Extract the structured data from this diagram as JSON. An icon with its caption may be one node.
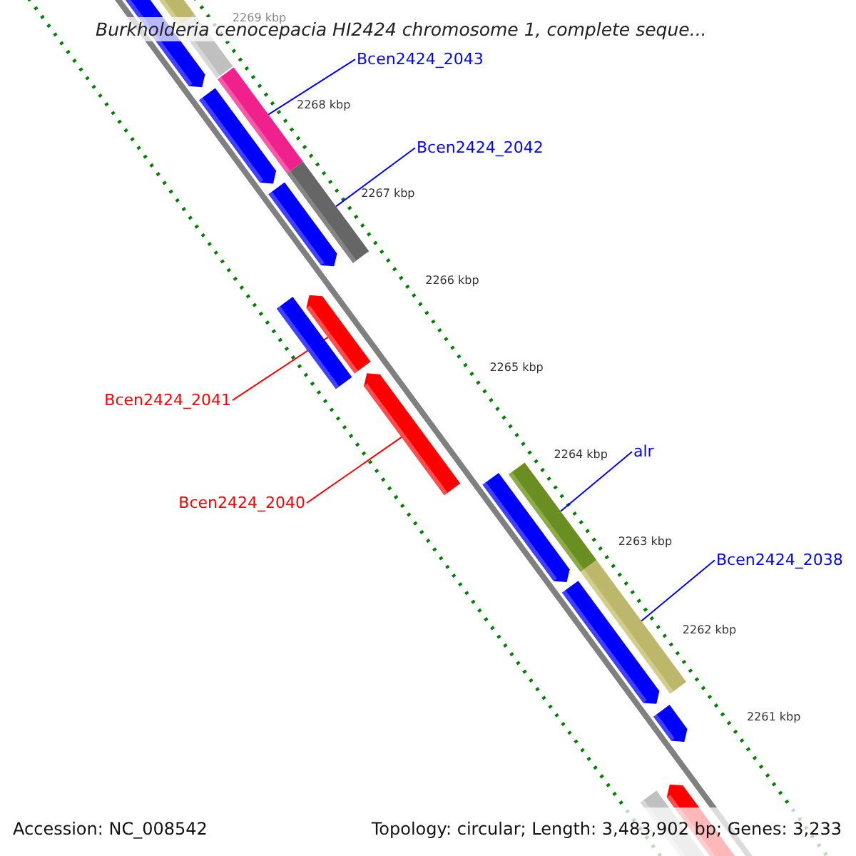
{
  "diagram": {
    "title": "Burkholderia cenocepacia HI2424 chromosome 1, complete seque...",
    "nodes": [
      {
        "text": [
          "Bcen2424_2043"
        ]
      },
      {
        "text": [],
        "shape": "bar"
      },
      {
        "text": [
          "Bcen2424_2042"
        ]
      },
      {
        "text": [],
        "shape": "bar"
      },
      {
        "text": [
          "Bcen2424_2041"
        ]
      },
      {
        "text": [],
        "shape": "bar"
      },
      {
        "text": [
          "Bcen2424_2040"
        ]
      },
      {
        "text": [],
        "shape": "bar"
      },
      {
        "text": [
          "alr"
        ]
      },
      {
        "text": [],
        "shape": "bar"
      },
      {
        "text": [
          "Bcen2424_2038"
        ]
      },
      {
        "text": [],
        "shape": "bar"
      }
    ],
    "edges": [
      {
        "from": 0,
        "to": 1,
        "arrow": "none"
      },
      {
        "from": 2,
        "to": 3,
        "arrow": "none"
      },
      {
        "from": 4,
        "to": 5,
        "arrow": "none",
        "color": "#ff0000"
      },
      {
        "from": 6,
        "to": 7,
        "arrow": "none",
        "color": "#ff0000"
      },
      {
        "from": 8,
        "to": 9,
        "arrow": "none"
      },
      {
        "from": 10,
        "to": 11,
        "arrow": "none"
      }
    ],
    "labels": [
      "2269 kbp",
      "2268 kbp",
      "2267 kbp",
      "2266 kbp",
      "2265 kbp",
      "2264 kbp",
      "2263 kbp",
      "2262 kbp",
      "2261 kbp",
      "Accession: NC_008542",
      "Topology: circular; Length: 3,483,902 bp; Genes: 3,233"
    ]
  }
}
